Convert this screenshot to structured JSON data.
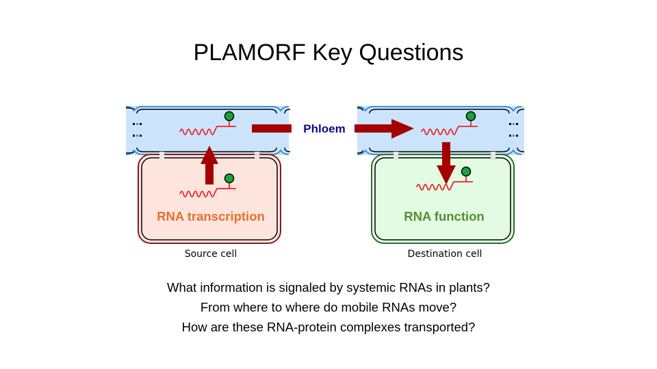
{
  "slide": {
    "title": "PLAMORF Key Questions"
  },
  "diagram": {
    "phloem_label": "Phloem",
    "source": {
      "process_label": "RNA transcription",
      "caption": "Source cell"
    },
    "destination": {
      "process_label": "RNA function",
      "caption": "Destination cell"
    },
    "colors": {
      "phloem_fill": "#cce4fb",
      "phloem_border": "#3a8fd9",
      "source_fill": "#fde5de",
      "source_border": "#8b1a1a",
      "destination_fill": "#e2fbe2",
      "destination_border": "#2e6b2e",
      "arrow": "#a50000",
      "rna": "#e8232a",
      "protein": "#1aa33a",
      "phloem_text": "#0a0a8c",
      "source_text": "#e5702a",
      "destination_text": "#5a8a35"
    }
  },
  "questions": [
    "What information is signaled by systemic RNAs in plants?",
    "From where to where do mobile RNAs move?",
    "How are these RNA-protein complexes transported?"
  ]
}
